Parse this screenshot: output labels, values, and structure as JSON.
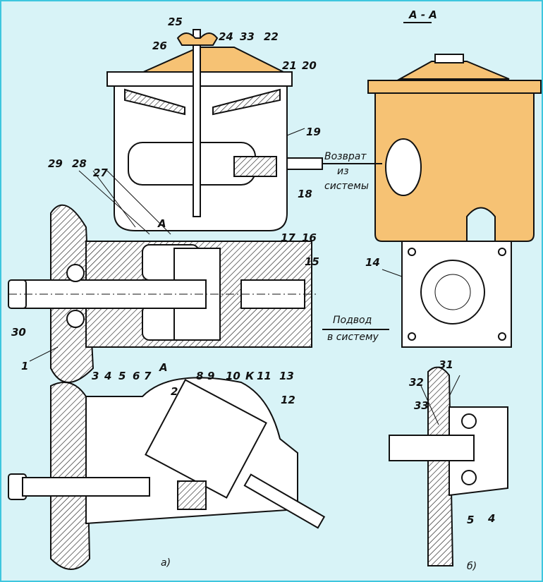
{
  "figure": {
    "section_title": "А - А",
    "view_a_caption": "а)",
    "view_b_caption": "б)",
    "section_marks": [
      "А",
      "А"
    ],
    "return_label": [
      "Возврат",
      "из",
      "системы"
    ],
    "supply_label": [
      "Подвод",
      "в систему"
    ],
    "callouts_top": [
      "25",
      "26",
      "24",
      "33",
      "22",
      "21",
      "20",
      "19",
      "29",
      "28",
      "27",
      "18",
      "17",
      "16",
      "15",
      "14",
      "30"
    ],
    "callouts_bottom": [
      "1",
      "3",
      "4",
      "5",
      "6",
      "7",
      "8",
      "9",
      "10",
      "К",
      "11",
      "13",
      "2",
      "12"
    ],
    "callouts_b": [
      "31",
      "32",
      "33",
      "5",
      "4"
    ]
  },
  "colors": {
    "background": "#d8f3f7",
    "reservoir": "#f6c274",
    "frame": "#3ec6de"
  }
}
